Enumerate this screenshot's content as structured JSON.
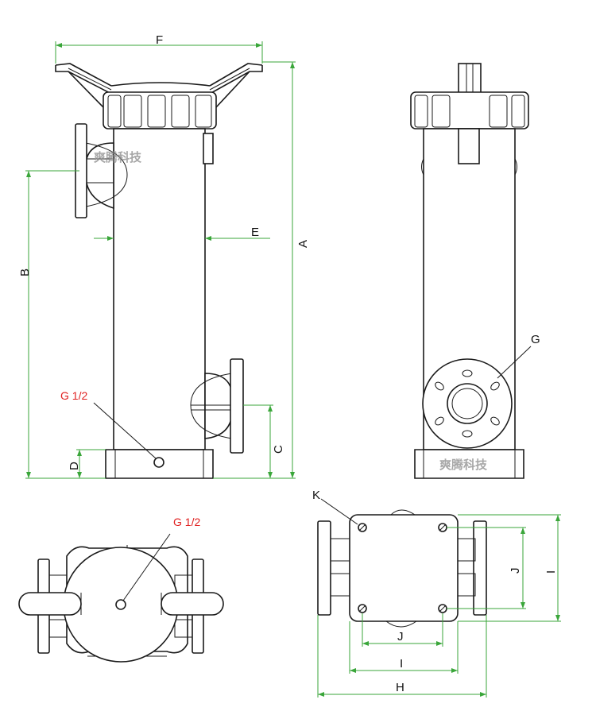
{
  "labels": {
    "A": "A",
    "B": "B",
    "C": "C",
    "D": "D",
    "E": "E",
    "F": "F",
    "G": "G",
    "H": "H",
    "I": "I",
    "J": "J",
    "K": "K",
    "I_bottom": "I",
    "J_bottom": "J",
    "port_front": "G 1/2",
    "port_bottom": "G 1/2"
  },
  "watermark": "爽腾科技",
  "colors": {
    "dimension": "#3aa63a",
    "drawing": "#1a1a1a",
    "port_label": "#e02020"
  }
}
